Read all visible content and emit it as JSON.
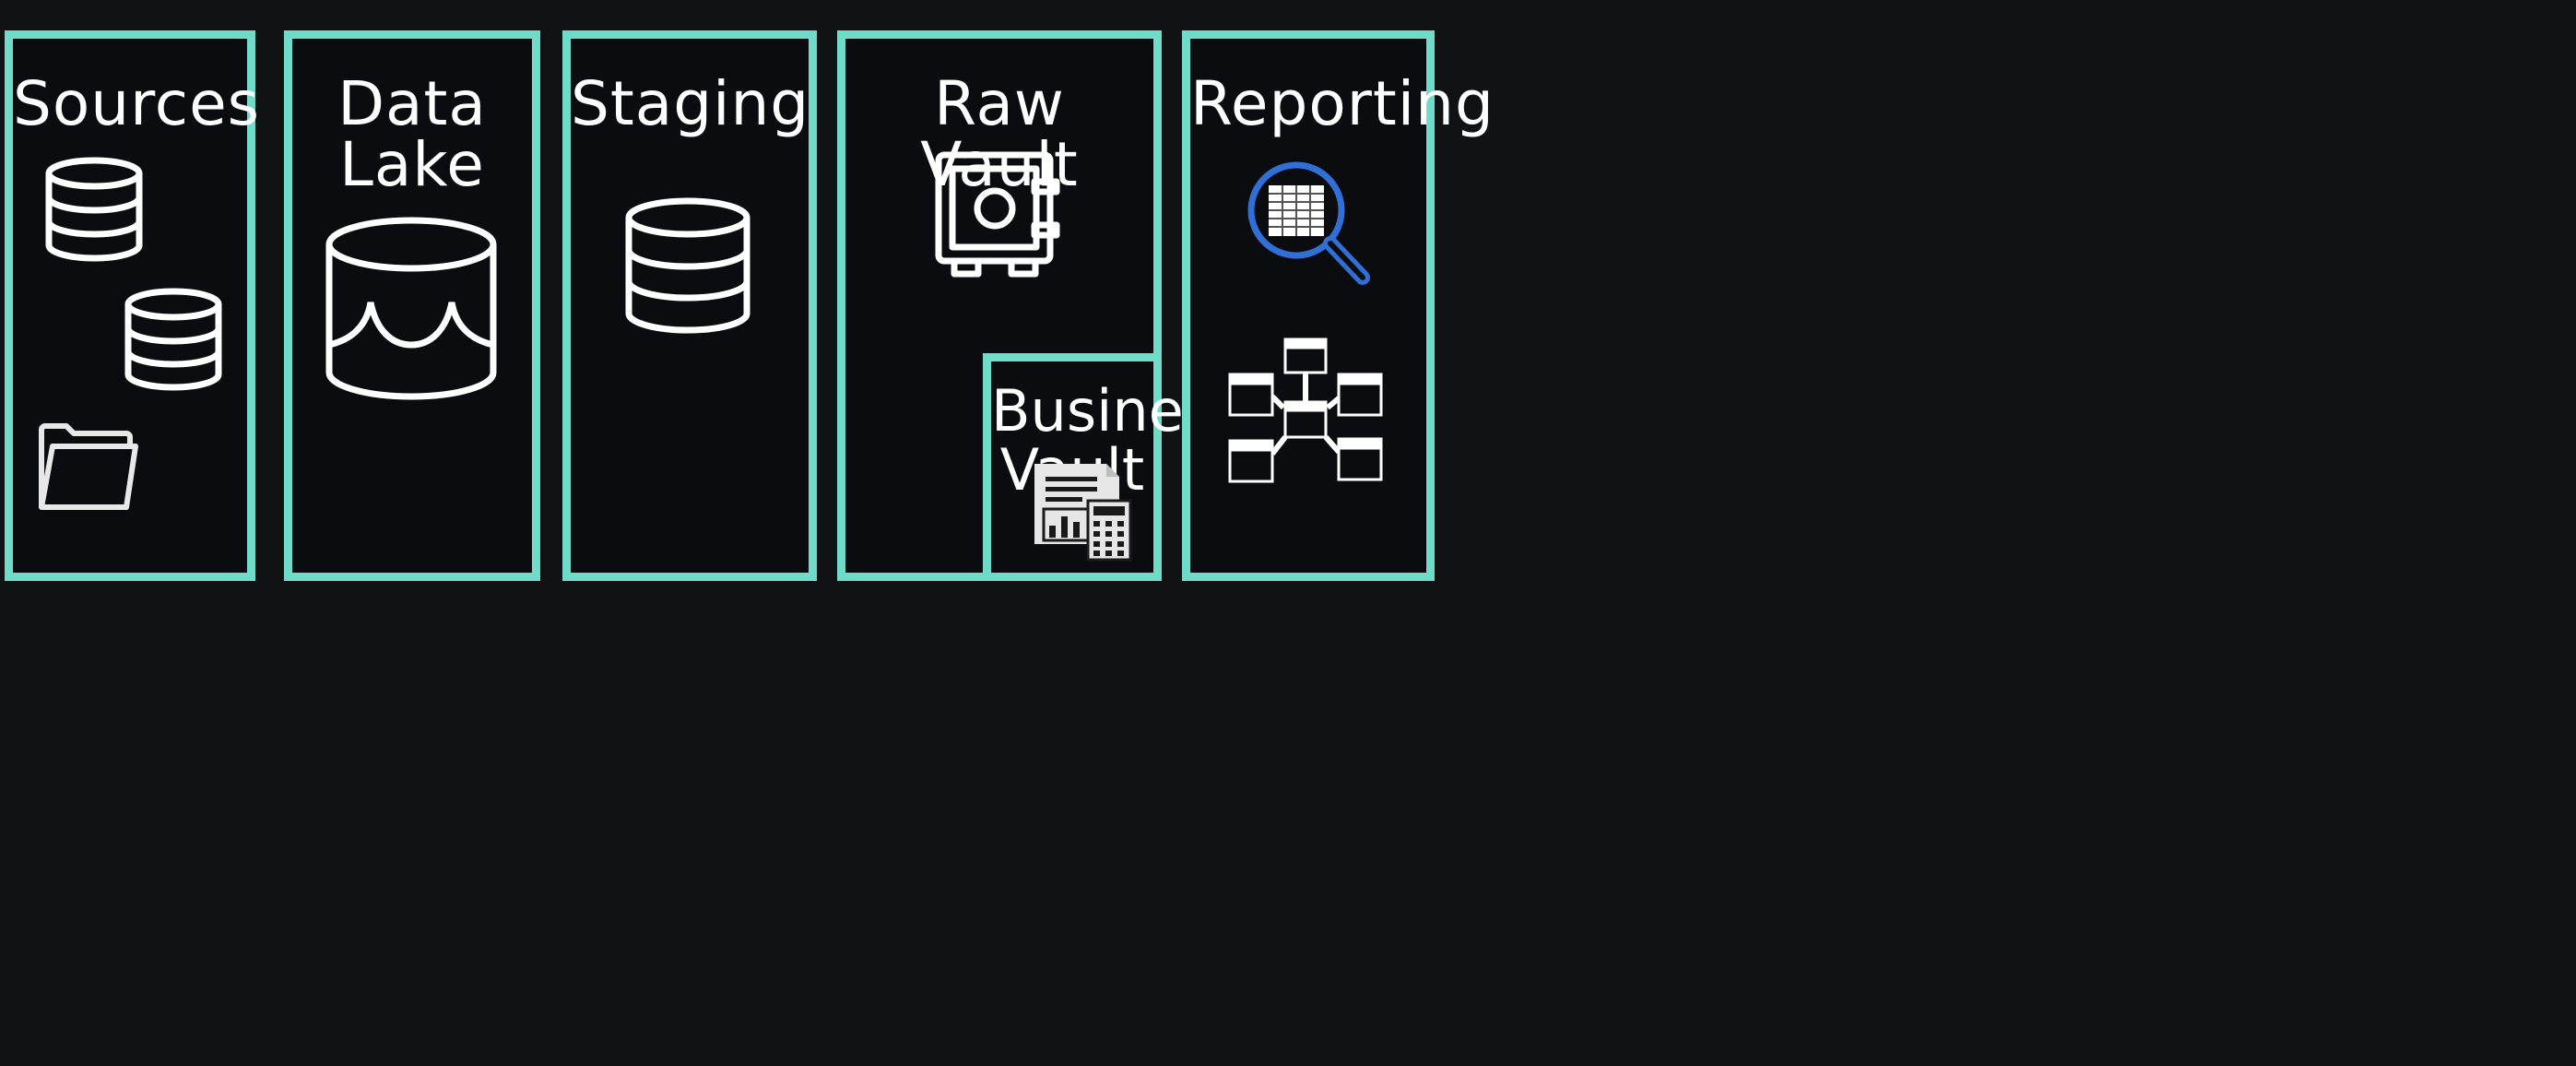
{
  "colors": {
    "background": "#111214",
    "panel_fill": "#0b0c10",
    "border": "#6fdcc9",
    "text": "#ffffff",
    "icon_stroke": "#ffffff",
    "magnifier": "#2f6fd6"
  },
  "panels": {
    "sources": {
      "title": "Sources",
      "icons": [
        "database-icon",
        "database-icon",
        "folder-icon"
      ]
    },
    "data_lake": {
      "title": "Data Lake",
      "icons": [
        "data-lake-icon"
      ]
    },
    "staging": {
      "title": "Staging",
      "icons": [
        "database-icon"
      ]
    },
    "raw_vault": {
      "title": "Raw Vault",
      "icons": [
        "safe-icon"
      ]
    },
    "business_vault": {
      "title": "Business\nVault",
      "icons": [
        "report-calculator-icon"
      ]
    },
    "reporting": {
      "title": "Reporting",
      "icons": [
        "table-search-icon",
        "star-schema-icon"
      ]
    }
  }
}
